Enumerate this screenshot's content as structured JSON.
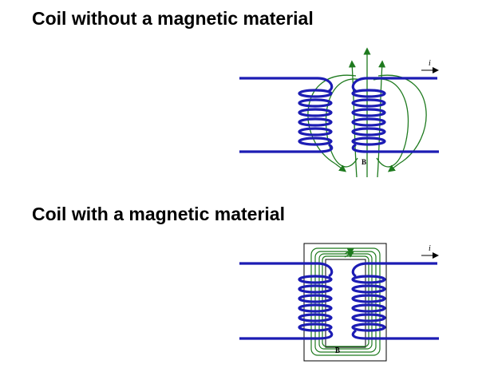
{
  "slide": {
    "heading_air": "Coil without a magnetic material",
    "heading_core": "Coil with a magnetic material"
  },
  "diagram_air": {
    "current_label": "i",
    "field_label": "B"
  },
  "diagram_core": {
    "current_label": "i",
    "field_label": "B"
  },
  "colors": {
    "wire": "#1c1cb4",
    "field": "#1e7a1e",
    "core": "#000000"
  }
}
